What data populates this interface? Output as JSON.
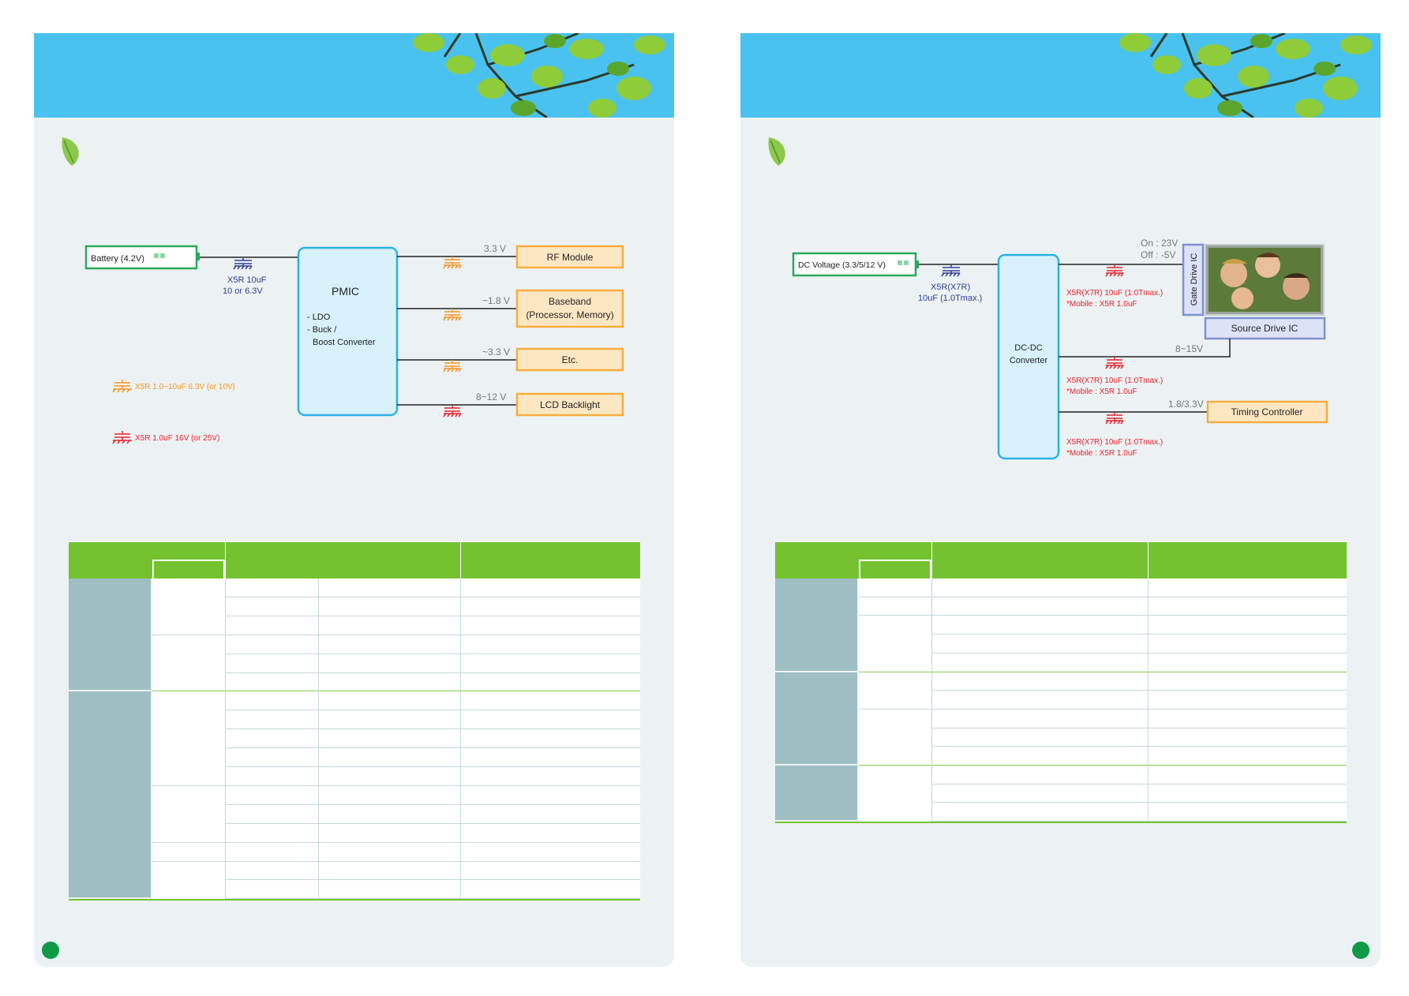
{
  "colors": {
    "banner": "#4ac2ef",
    "page_bg": "#ecf2f3",
    "table_header": "#74c22f",
    "table_group_cell": "#9fbec4",
    "orange_cap": "#f7931e",
    "red_cap": "#e8202a",
    "blue_cap": "#2e3f96",
    "box_orange_fill": "#fde7c2",
    "box_orange_border": "#f6ad3f",
    "pmic_fill": "#d7f0fa",
    "pmic_border": "#2bb2e4",
    "battery_border": "#2aa85a",
    "drive_ic_fill": "#dde3f6",
    "drive_ic_border": "#7f8fd0"
  },
  "left_diagram": {
    "battery": "Battery (4.2V)",
    "input_cap_1": "X5R 10uF",
    "input_cap_2": "10 or 6.3V",
    "pmic_title": "PMIC",
    "pmic_items": [
      "- LDO",
      "- Buck /",
      "Boost  Converter"
    ],
    "outputs": [
      {
        "voltage": "3.3 V",
        "target": "RF Module",
        "cap": "orange"
      },
      {
        "voltage": "~1.8 V",
        "target": "Baseband",
        "target2": "(Processor, Memory)",
        "cap": "orange"
      },
      {
        "voltage": "~3.3 V",
        "target": "Etc.",
        "cap": "orange"
      },
      {
        "voltage": "8~12 V",
        "target": "LCD Backlight",
        "cap": "red"
      }
    ],
    "legend": [
      {
        "label": "X5R 1.0~10uF 6.3V (or 10V)",
        "color": "orange"
      },
      {
        "label": "X5R 1.0uF 16V (or 25V)",
        "color": "red"
      }
    ]
  },
  "right_diagram": {
    "source": "DC Voltage (3.3/5/12 V)",
    "input_cap_1": "X5R(X7R)",
    "input_cap_2": "10uF (1.0Tmax.)",
    "converter_1": "DC-DC",
    "converter_2": "Converter",
    "gate_on": "On : 23V",
    "gate_off": "Off : -5V",
    "gate_ic": "Gate Drive IC",
    "source_ic": "Source Drive IC",
    "v_source": "8~15V",
    "v_timing": "1.8/3.3V",
    "timing": "Timing Controller",
    "cap_note_1": "X5R(X7R) 10uF (1.0Tmax.)",
    "cap_note_2": "*Mobile : X5R 1.0uF"
  }
}
